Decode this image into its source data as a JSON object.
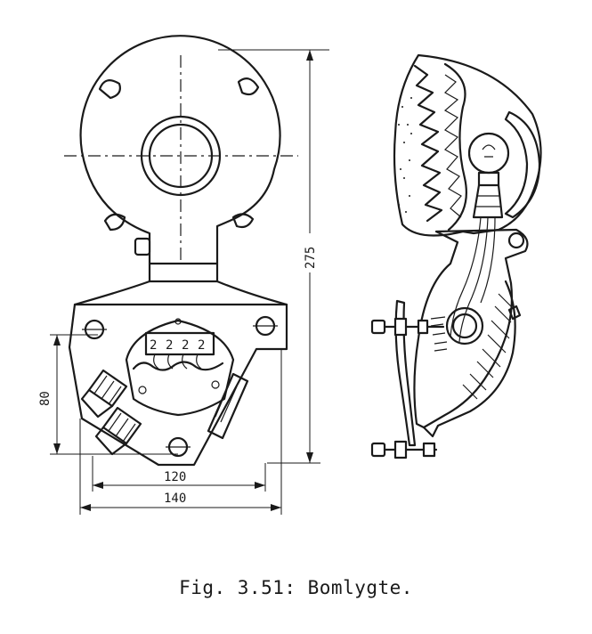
{
  "figure": {
    "caption": "Fig. 3.51: Bomlygte."
  },
  "dimensions": {
    "height_total": "275",
    "height_box": "80",
    "width_inner": "120",
    "width_outer": "140"
  },
  "terminals": {
    "labels": [
      "2",
      "2",
      "2",
      "2"
    ]
  }
}
